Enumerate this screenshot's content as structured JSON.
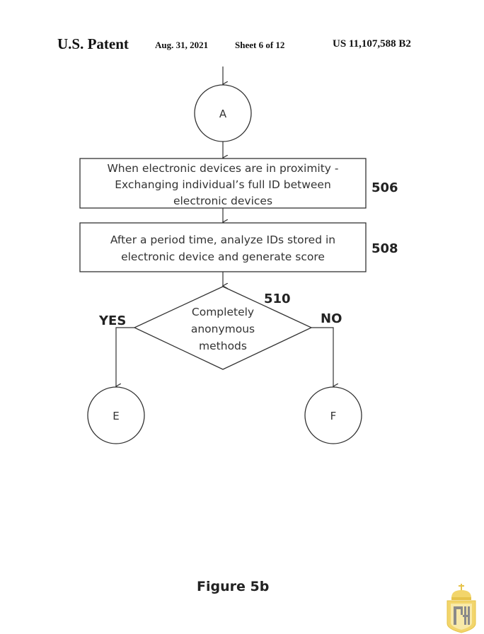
{
  "header": {
    "title": "U.S. Patent",
    "date": "Aug. 31, 2021",
    "sheet": "Sheet 6 of 12",
    "patent_number": "US 11,107,588 B2"
  },
  "flowchart": {
    "connector_in": {
      "label": "A"
    },
    "step_506": {
      "ref": "506",
      "lines": [
        "When electronic devices are in proximity -",
        "Exchanging individual’s full ID between",
        "electronic devices"
      ]
    },
    "step_508": {
      "ref": "508",
      "lines": [
        "After a period time, analyze IDs stored in",
        "electronic device and generate score"
      ]
    },
    "decision_510": {
      "ref": "510",
      "lines": [
        "Completely",
        "anonymous",
        "methods"
      ],
      "yes_label": "YES",
      "no_label": "NO"
    },
    "connector_yes": {
      "label": "E"
    },
    "connector_no": {
      "label": "F"
    }
  },
  "caption": "Figure 5b",
  "logo": {
    "icon": "crest-logo-icon",
    "color": "#f2d56b"
  }
}
